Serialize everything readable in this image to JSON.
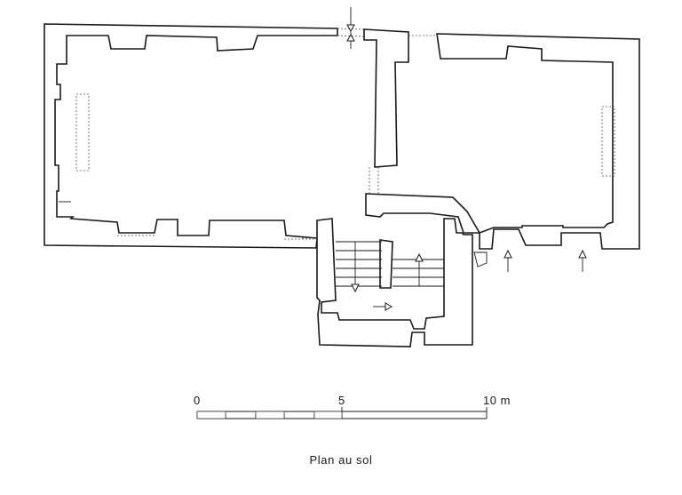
{
  "caption": "Plan au  sol",
  "scale": {
    "ticks": [
      {
        "label": "0"
      },
      {
        "label": "5"
      },
      {
        "label": "10 m"
      }
    ]
  },
  "colors": {
    "line": "#1a1a1a",
    "background": "#ffffff"
  }
}
